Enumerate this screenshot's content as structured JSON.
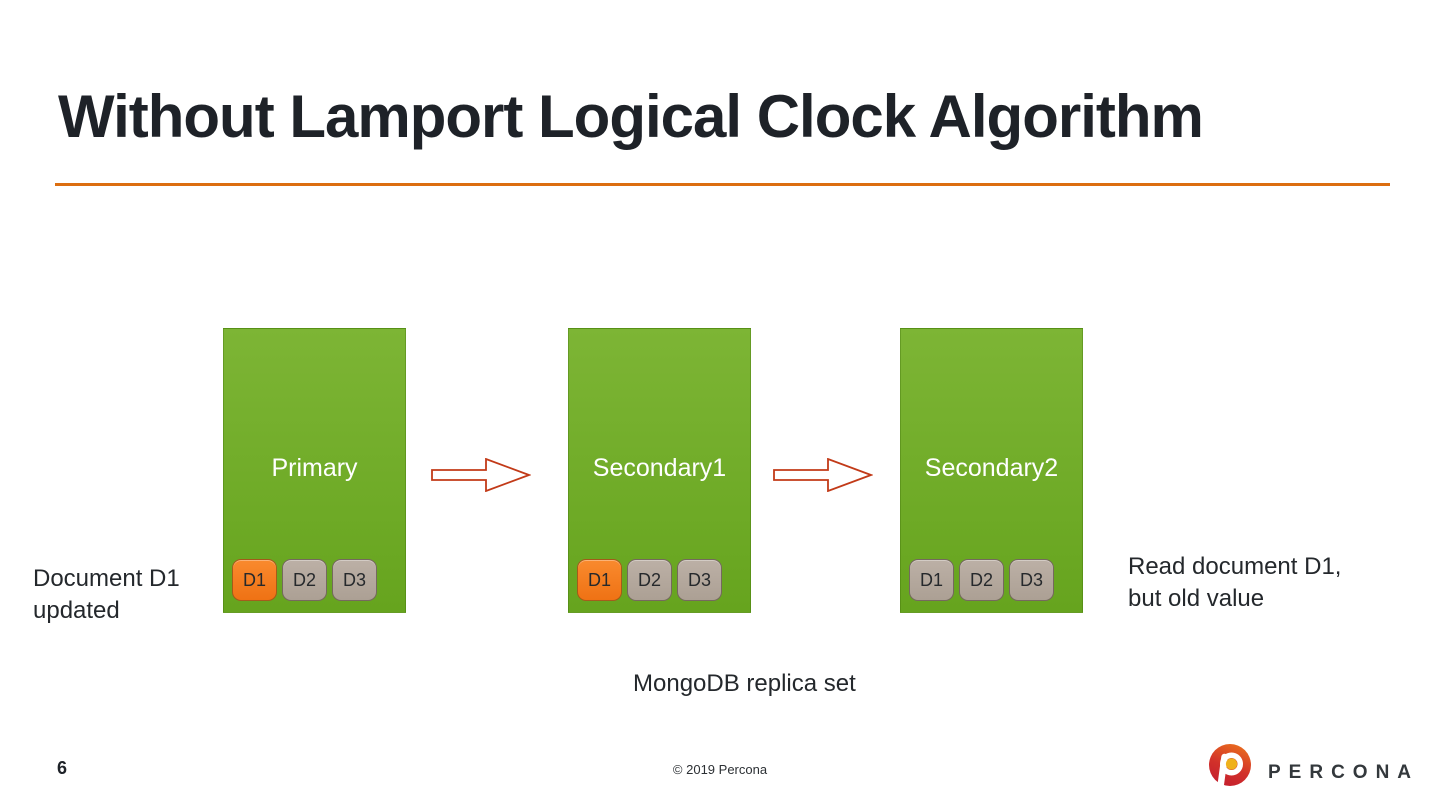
{
  "title": "Without Lamport Logical Clock Algorithm",
  "nodes": [
    {
      "label": "Primary",
      "docs": [
        {
          "label": "D1",
          "updated": true
        },
        {
          "label": "D2",
          "updated": false
        },
        {
          "label": "D3",
          "updated": false
        }
      ]
    },
    {
      "label": "Secondary1",
      "docs": [
        {
          "label": "D1",
          "updated": true
        },
        {
          "label": "D2",
          "updated": false
        },
        {
          "label": "D3",
          "updated": false
        }
      ]
    },
    {
      "label": "Secondary2",
      "docs": [
        {
          "label": "D1",
          "updated": false
        },
        {
          "label": "D2",
          "updated": false
        },
        {
          "label": "D3",
          "updated": false
        }
      ]
    }
  ],
  "annotations": {
    "left": "Document D1\nupdated",
    "right": "Read document D1,\nbut old value",
    "caption": "MongoDB replica set"
  },
  "footer": {
    "page_number": "6",
    "copyright": "© 2019 Percona",
    "brand": "PERCONA"
  },
  "colors": {
    "title_text": "#1e2228",
    "accent_rule": "#dc6e10",
    "node_green_top": "#7db535",
    "node_green_bottom": "#66a41e",
    "node_label_text": "#ffffff",
    "doc_updated_orange": "#f5791d",
    "doc_normal_tan": "#b4a89e",
    "arrow_stroke": "#c23a18",
    "logo_red": "#c41f2e",
    "logo_orange": "#e96c1e",
    "logo_gold": "#efb11c"
  }
}
